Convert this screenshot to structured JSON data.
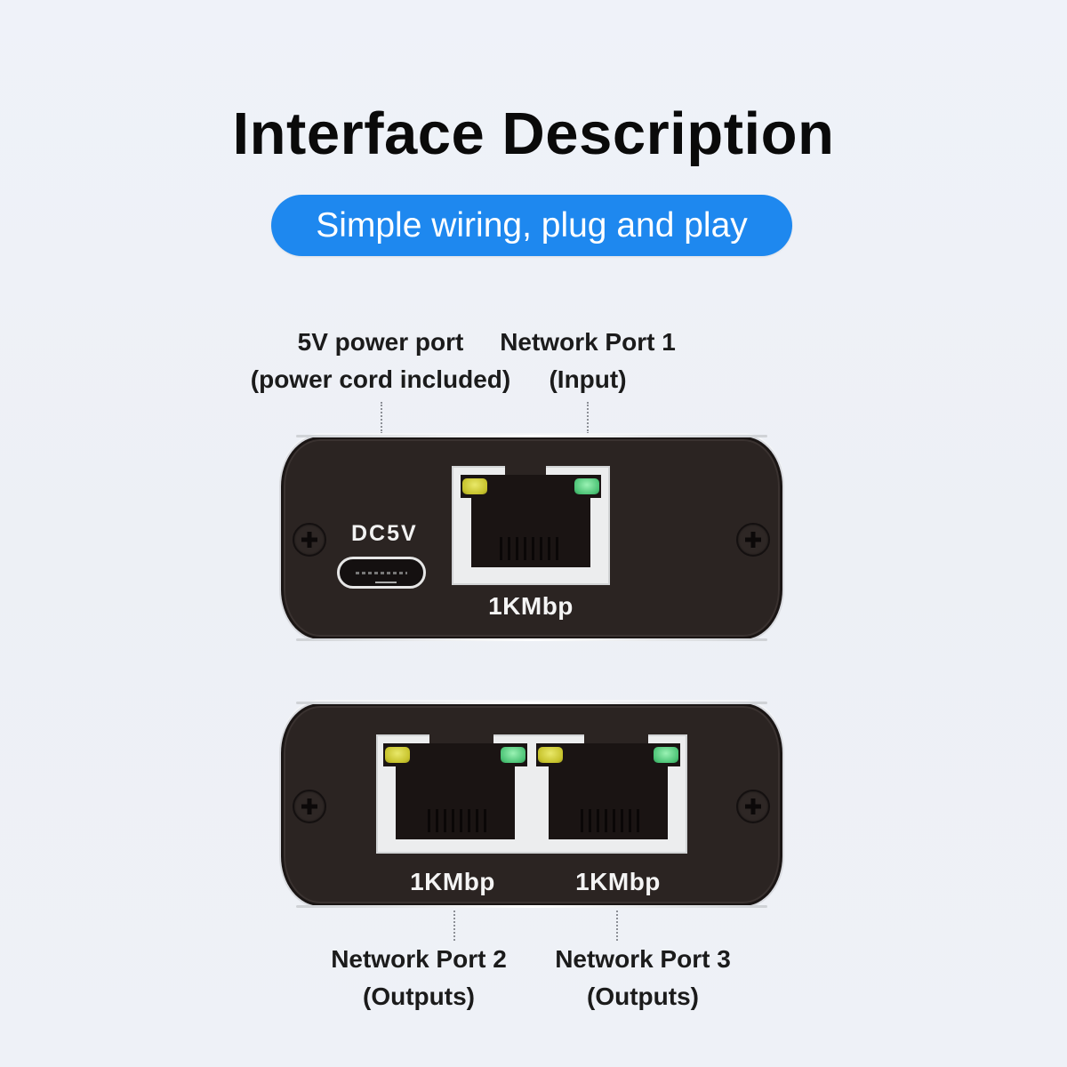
{
  "header": {
    "title": "Interface Description",
    "subtitle_pill": "Simple wiring, plug and play"
  },
  "colors": {
    "background": "#eef1f6",
    "pill": "#1e88ef",
    "device_body": "#2b2422",
    "led_yellow": "#c7c32c",
    "led_green": "#4ec477"
  },
  "top_device": {
    "callouts": [
      {
        "line1": "5V power port",
        "line2": "(power cord included)"
      },
      {
        "line1": "Network Port 1",
        "line2": "(Input)"
      }
    ],
    "power_label": "DC5V",
    "power_connector": "usb-c-port",
    "ports": [
      {
        "speed_label": "1KMbp"
      }
    ]
  },
  "bottom_device": {
    "ports": [
      {
        "speed_label": "1KMbp"
      },
      {
        "speed_label": "1KMbp"
      }
    ],
    "callouts": [
      {
        "line1": "Network Port 2",
        "line2": "(Outputs)"
      },
      {
        "line1": "Network Port 3",
        "line2": "(Outputs)"
      }
    ]
  }
}
